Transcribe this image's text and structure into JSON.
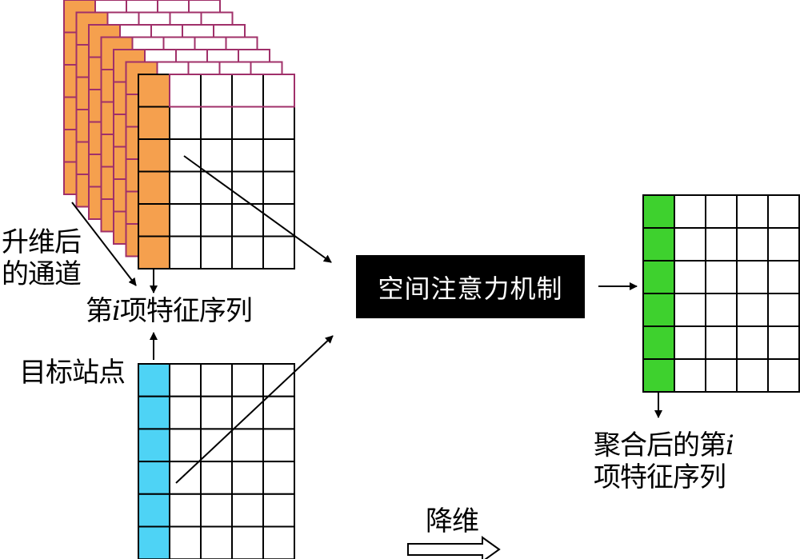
{
  "labels": {
    "upscaled_channels_line1": "升维后",
    "upscaled_channels_line2": "的通道",
    "feature_seq_prefix": "第",
    "feature_seq_index": "i",
    "feature_seq_suffix": "项特征序列",
    "target_station": "目标站点",
    "attention": "空间注意力机制",
    "aggregated_line1_prefix": "聚合后的第",
    "aggregated_line1_index": "i",
    "aggregated_line2": "项特征序列",
    "dim_reduction": "降维"
  },
  "colors": {
    "channel_column": "#f5a04e",
    "target_column": "#4ed3f5",
    "aggregated_column": "#3ed12e",
    "stack_border": "#a0306a",
    "grid_line": "#000000",
    "attention_bg": "#000000",
    "attention_text": "#ffffff"
  },
  "grid": {
    "rows": 6,
    "cols": 5
  },
  "stack_depth": 7,
  "icons": {
    "dim_reduction": "hollow-right-arrow-icon"
  }
}
